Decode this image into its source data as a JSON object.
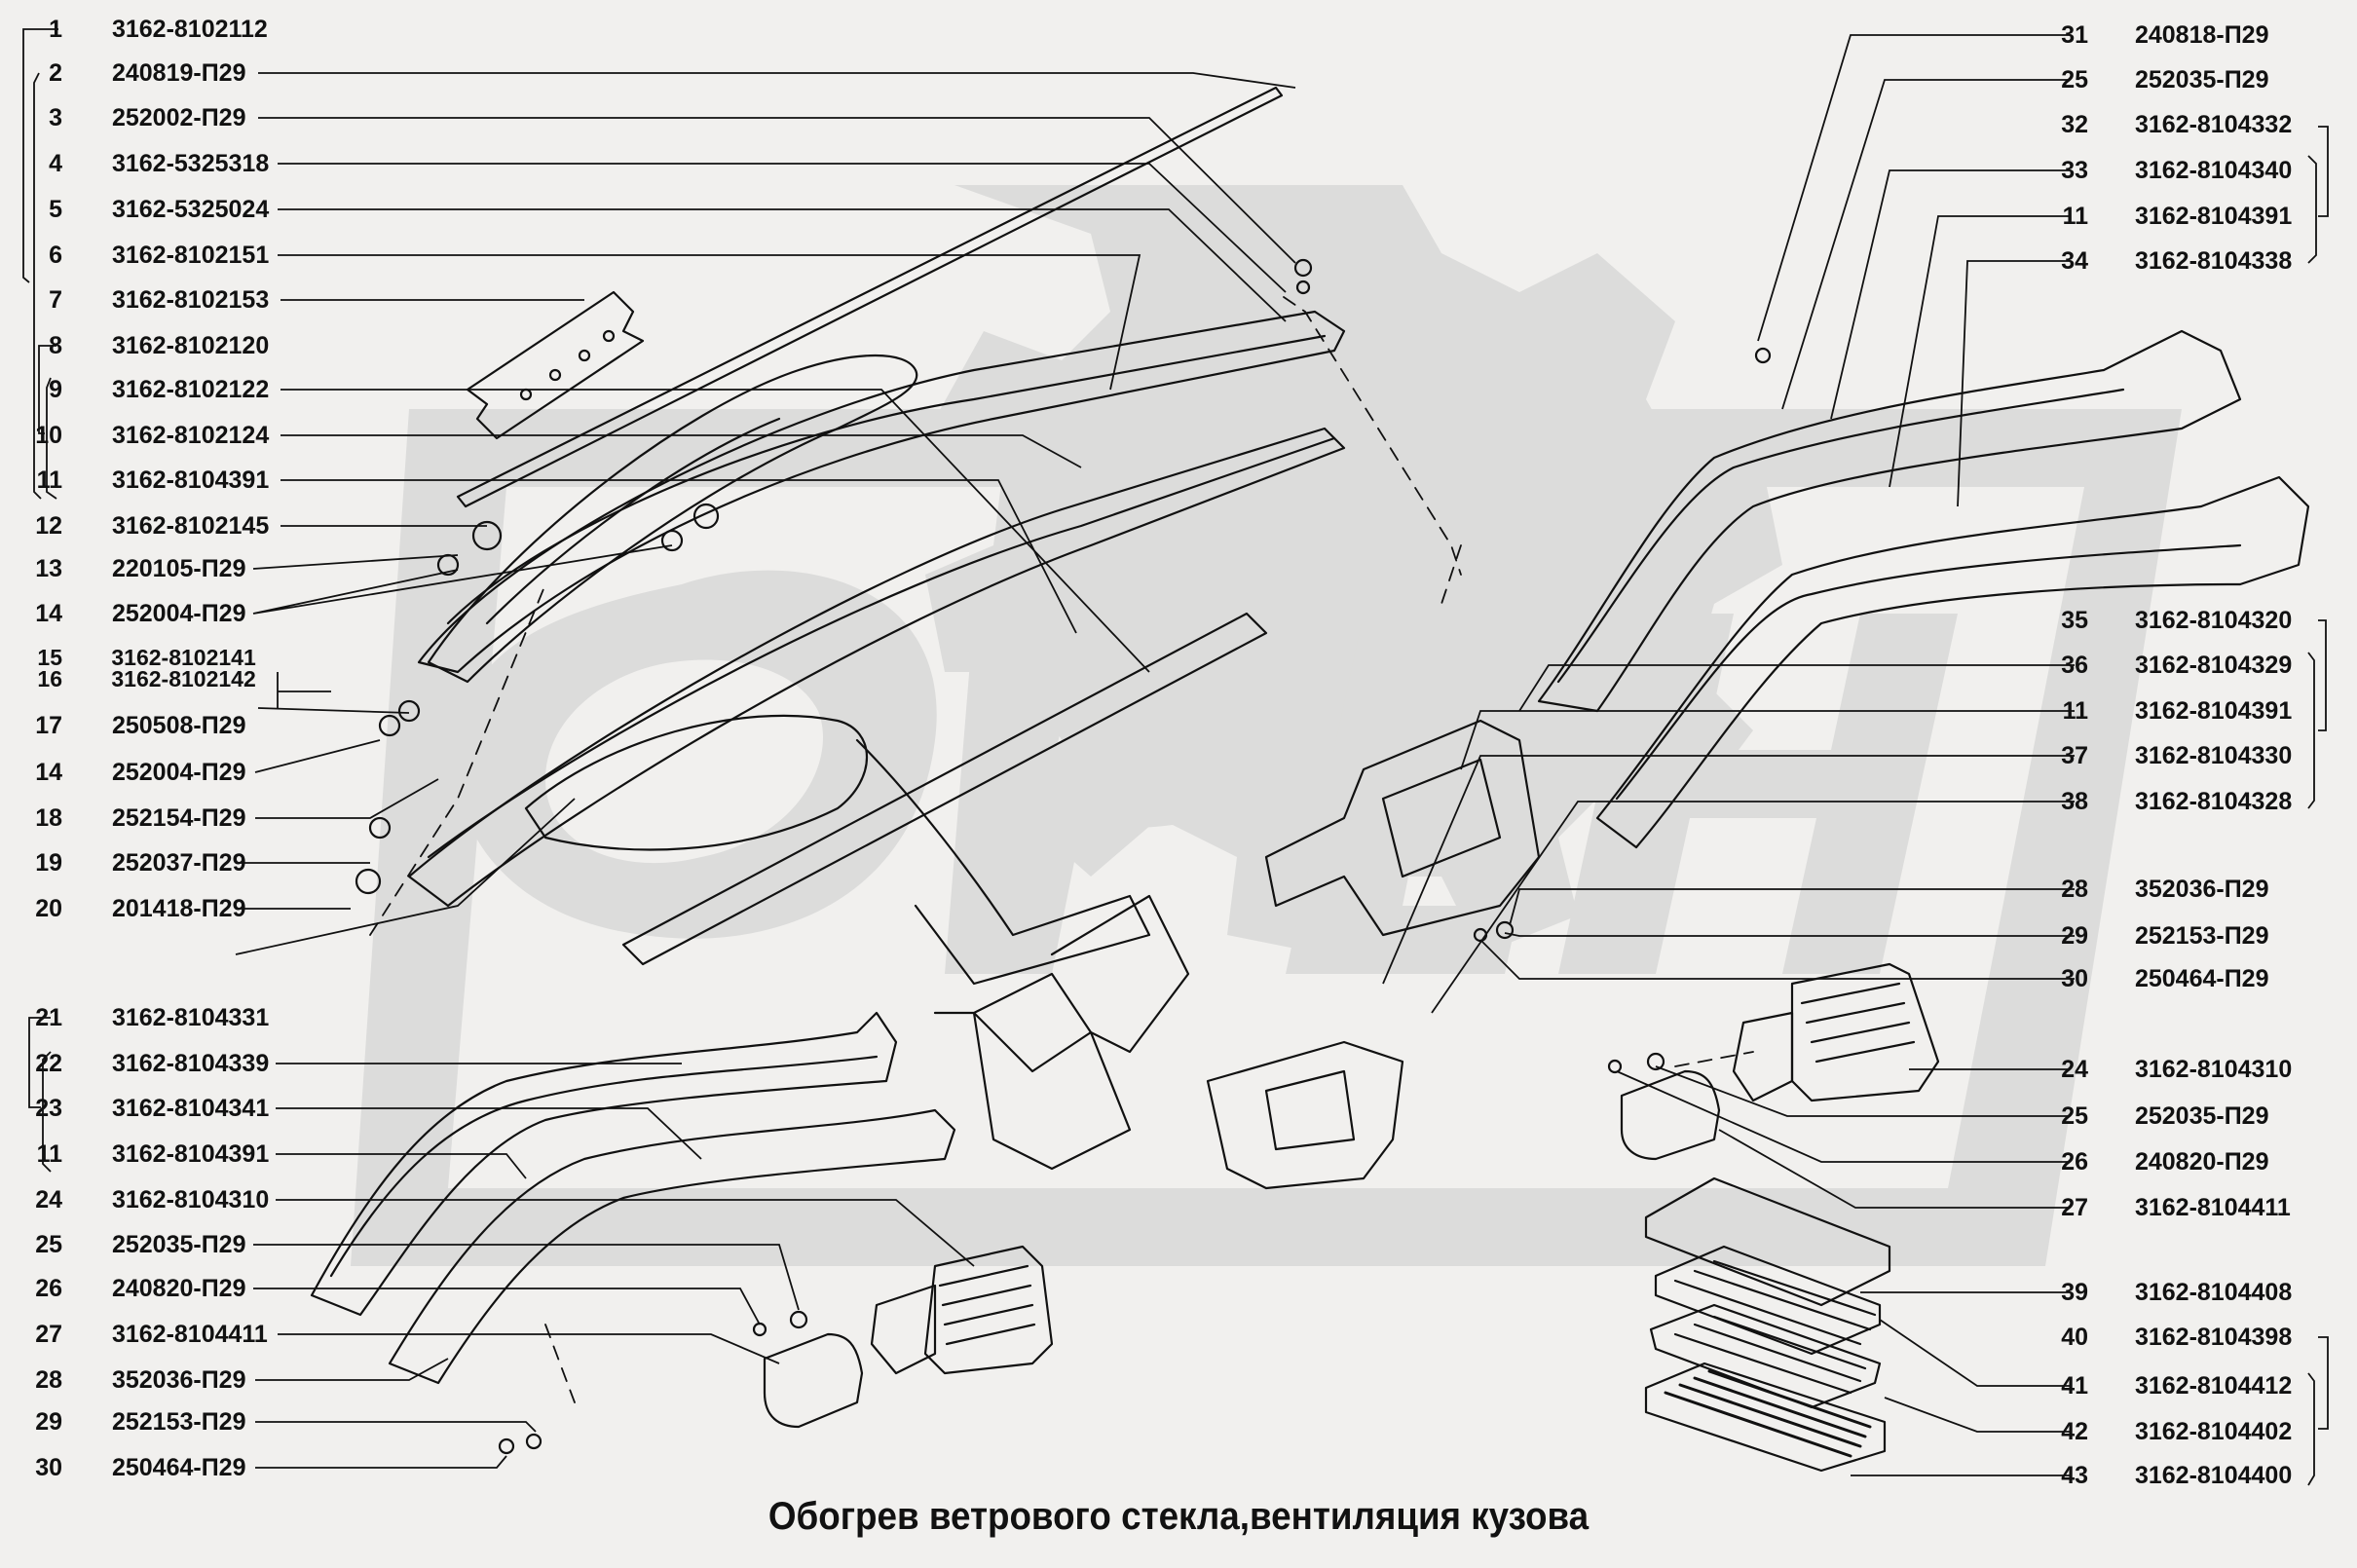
{
  "title": "Обогрев ветрового стекла,вентиляция кузова",
  "colors": {
    "background": "#f1f0ee",
    "watermark": "#dcdcdb",
    "line": "#111111"
  },
  "watermark": {
    "icon": "gear-logo-watermark",
    "text": "ОРЕН"
  },
  "left_callouts": [
    {
      "num": "1",
      "code": "3162-8102112"
    },
    {
      "num": "2",
      "code": "240819-П29"
    },
    {
      "num": "3",
      "code": "252002-П29"
    },
    {
      "num": "4",
      "code": "3162-5325318"
    },
    {
      "num": "5",
      "code": "3162-5325024"
    },
    {
      "num": "6",
      "code": "3162-8102151"
    },
    {
      "num": "7",
      "code": "3162-8102153"
    },
    {
      "num": "8",
      "code": "3162-8102120"
    },
    {
      "num": "9",
      "code": "3162-8102122"
    },
    {
      "num": "10",
      "code": "3162-8102124"
    },
    {
      "num": "11",
      "code": "3162-8104391"
    },
    {
      "num": "12",
      "code": "3162-8102145"
    },
    {
      "num": "13",
      "code": "220105-П29"
    },
    {
      "num": "14",
      "code": "252004-П29"
    },
    {
      "num": "15",
      "code": "3162-8102141"
    },
    {
      "num": "16",
      "code": "3162-8102142"
    },
    {
      "num": "17",
      "code": "250508-П29"
    },
    {
      "num": "14",
      "code": "252004-П29"
    },
    {
      "num": "18",
      "code": "252154-П29"
    },
    {
      "num": "19",
      "code": "252037-П29"
    },
    {
      "num": "20",
      "code": "201418-П29"
    },
    {
      "num": "21",
      "code": "3162-8104331"
    },
    {
      "num": "22",
      "code": "3162-8104339"
    },
    {
      "num": "23",
      "code": "3162-8104341"
    },
    {
      "num": "11",
      "code": "3162-8104391"
    },
    {
      "num": "24",
      "code": "3162-8104310"
    },
    {
      "num": "25",
      "code": "252035-П29"
    },
    {
      "num": "26",
      "code": "240820-П29"
    },
    {
      "num": "27",
      "code": "3162-8104411"
    },
    {
      "num": "28",
      "code": "352036-П29"
    },
    {
      "num": "29",
      "code": "252153-П29"
    },
    {
      "num": "30",
      "code": "250464-П29"
    }
  ],
  "right_callouts": [
    {
      "num": "31",
      "code": "240818-П29"
    },
    {
      "num": "25",
      "code": "252035-П29"
    },
    {
      "num": "32",
      "code": "3162-8104332"
    },
    {
      "num": "33",
      "code": "3162-8104340"
    },
    {
      "num": "11",
      "code": "3162-8104391"
    },
    {
      "num": "34",
      "code": "3162-8104338"
    },
    {
      "num": "35",
      "code": "3162-8104320"
    },
    {
      "num": "36",
      "code": "3162-8104329"
    },
    {
      "num": "11",
      "code": "3162-8104391"
    },
    {
      "num": "37",
      "code": "3162-8104330"
    },
    {
      "num": "38",
      "code": "3162-8104328"
    },
    {
      "num": "28",
      "code": "352036-П29"
    },
    {
      "num": "29",
      "code": "252153-П29"
    },
    {
      "num": "30",
      "code": "250464-П29"
    },
    {
      "num": "24",
      "code": "3162-8104310"
    },
    {
      "num": "25",
      "code": "252035-П29"
    },
    {
      "num": "26",
      "code": "240820-П29"
    },
    {
      "num": "27",
      "code": "3162-8104411"
    },
    {
      "num": "39",
      "code": "3162-8104408"
    },
    {
      "num": "40",
      "code": "3162-8104398"
    },
    {
      "num": "41",
      "code": "3162-8104412"
    },
    {
      "num": "42",
      "code": "3162-8104402"
    },
    {
      "num": "43",
      "code": "3162-8104400"
    }
  ]
}
